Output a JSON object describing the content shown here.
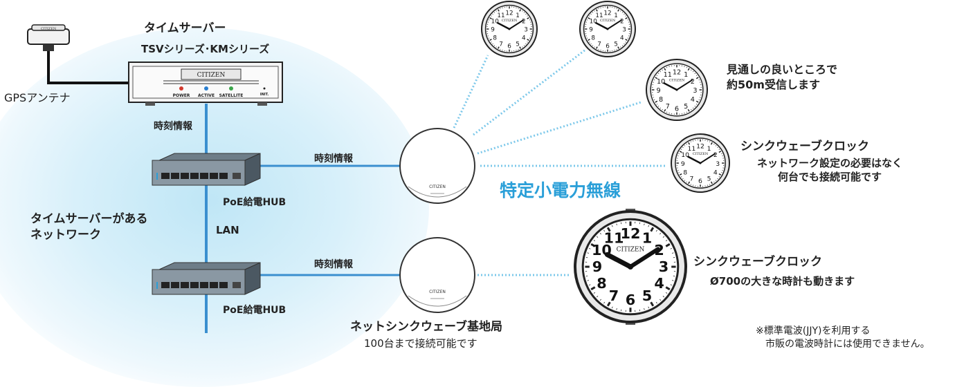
{
  "gps": {
    "label": "GPSアンテナ",
    "brand": "CITIZEN"
  },
  "server": {
    "title": "タイムサーバー",
    "series": "TSVシリーズ･KMシリーズ",
    "brand": "CITIZEN",
    "leds": [
      "POWER",
      "ACTIVE",
      "SATELLITE"
    ],
    "init_label": "INIT."
  },
  "network": {
    "time_info_1": "時刻情報",
    "time_info_2": "時刻情報",
    "time_info_3": "時刻情報",
    "hub1_label": "PoE給電HUB",
    "hub2_label": "PoE給電HUB",
    "lan_label": "LAN",
    "area_label": "タイムサーバーがある\nネットワーク"
  },
  "wireless": {
    "label": "特定小電力無線"
  },
  "base_station": {
    "title": "ネットシンクウェーブ基地局",
    "subtitle": "100台まで接続可能です",
    "brand": "CITIZEN"
  },
  "range_note": "見通しの良いところで\n約50m受信します",
  "sync_clock_1": {
    "title": "シンクウェーブクロック",
    "desc": "ネットワーク設定の必要はなく\n何台でも接続可能です"
  },
  "sync_clock_2": {
    "title": "シンクウェーブクロック",
    "desc": "Ø700の大きな時計も動きます"
  },
  "footnote": "※標準電波(JJY)を利用する\n　市販の電波時計には使用できません。",
  "clock_brand": "CITIZEN",
  "colors": {
    "accent": "#2a9fd8",
    "line": "#3a8fcf",
    "wave": "#7cc8ea"
  }
}
